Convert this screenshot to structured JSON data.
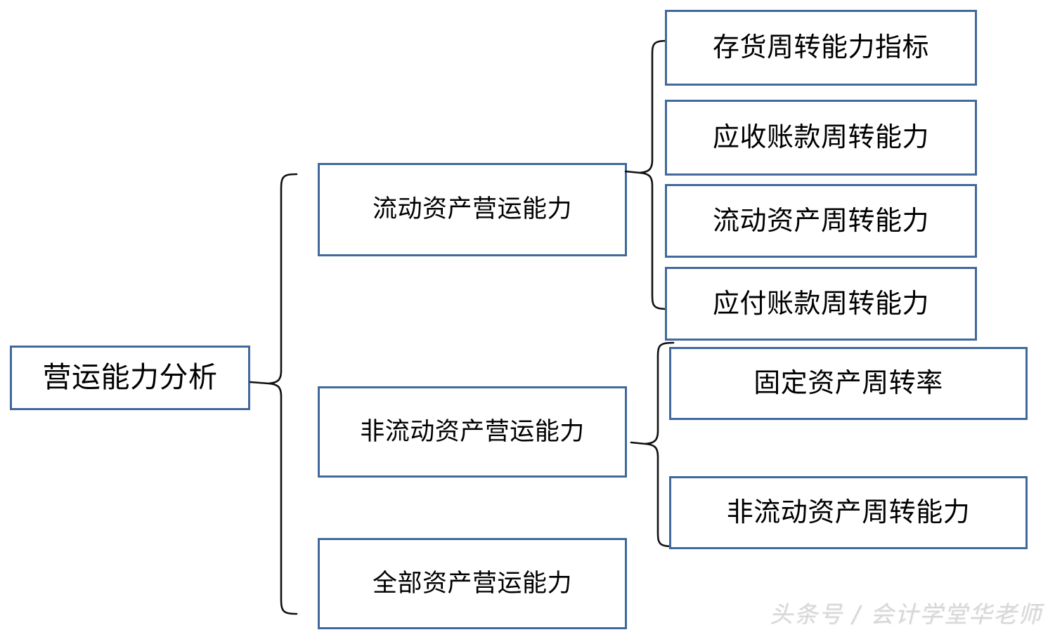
{
  "diagram": {
    "title": "营运能力分析",
    "root": {
      "label": "营运能力分析"
    },
    "level2": [
      {
        "label": "流动资产营运能力"
      },
      {
        "label": "非流动资产营运能力"
      },
      {
        "label": "全部资产营运能力"
      }
    ],
    "level3_group_a": [
      {
        "label": "存货周转能力指标"
      },
      {
        "label": "应收账款周转能力"
      },
      {
        "label": "流动资产周转能力"
      },
      {
        "label": "应付账款周转能力"
      }
    ],
    "level3_group_b": [
      {
        "label": "固定资产周转率"
      },
      {
        "label": "非流动资产周转能力"
      }
    ],
    "watermark": "头条号 / 会计学堂华老师",
    "colors": {
      "box_border": "#41699B",
      "box_fill": "#FFFFFF",
      "text": "#000000",
      "brace_stroke": "#000000",
      "watermark": "#D7D7D7",
      "background": "#FFFFFF"
    }
  }
}
